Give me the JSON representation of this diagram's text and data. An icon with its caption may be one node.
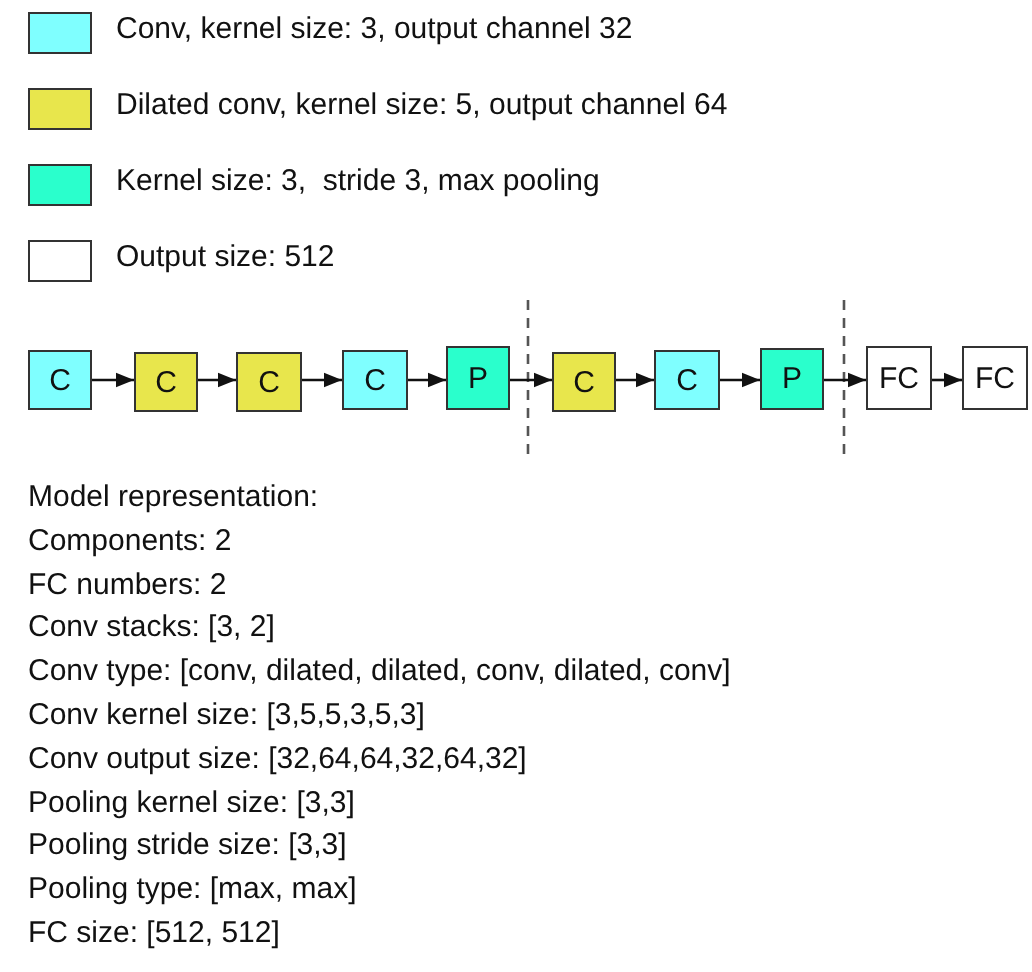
{
  "diagram": {
    "nodes": [
      {
        "text": [
          "C"
        ]
      },
      {
        "text": [
          "C"
        ]
      },
      {
        "text": [
          "C"
        ]
      },
      {
        "text": [
          "C"
        ]
      },
      {
        "text": [
          "P"
        ]
      },
      {
        "text": [
          "C"
        ]
      },
      {
        "text": [
          "C"
        ]
      },
      {
        "text": [
          "P"
        ]
      },
      {
        "text": [
          "FC"
        ]
      },
      {
        "text": [
          "FC"
        ]
      }
    ],
    "edges": [
      {
        "from": 0,
        "to": 1,
        "arrow": "to"
      },
      {
        "from": 1,
        "to": 2,
        "arrow": "to"
      },
      {
        "from": 2,
        "to": 3,
        "arrow": "to"
      },
      {
        "from": 3,
        "to": 4,
        "arrow": "to"
      },
      {
        "from": 4,
        "to": 5,
        "arrow": "to"
      },
      {
        "from": 5,
        "to": 6,
        "arrow": "to"
      },
      {
        "from": 6,
        "to": 7,
        "arrow": "to"
      },
      {
        "from": 7,
        "to": 8,
        "arrow": "to"
      },
      {
        "from": 8,
        "to": 9,
        "arrow": "to"
      }
    ],
    "labels": [
      "Model representation:",
      "Components: 2",
      "FC numbers: 2",
      "Conv stacks: [3, 2]",
      "Conv type: [conv, dilated, dilated, conv, dilated, conv]",
      "Conv kernel size: [3,5,5,3,5,3]",
      "Conv output size: [32,64,64,32,64,32]",
      "Pooling kernel size: [3,3]",
      "Pooling stride size: [3,3]",
      "Pooling type: [max, max]",
      "FC size: [512, 512]"
    ],
    "legend": [
      {
        "text": "Conv, kernel size: 3, output channel 32",
        "color": "#7fffff"
      },
      {
        "text": "Dilated conv, kernel size: 5, output channel 64",
        "color": "#e8e64c"
      },
      {
        "text": "Kernel size: 3,  stride 3, max pooling",
        "color": "#2affcc"
      },
      {
        "text": "Output size: 512",
        "color": "#ffffff"
      }
    ]
  }
}
